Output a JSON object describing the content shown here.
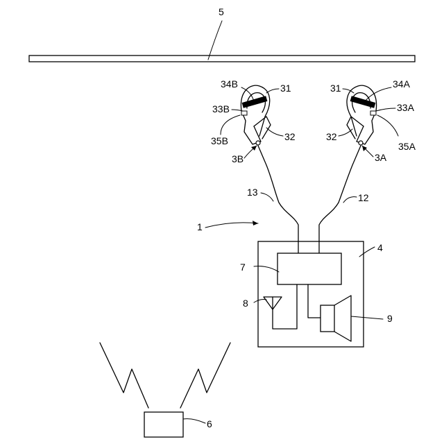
{
  "labels": {
    "rail": "5",
    "lanyard": "1",
    "hook_a": "3A",
    "hook_b": "3B",
    "hook_body_a": "31",
    "hook_body_b": "31",
    "band_a": "34A",
    "band_b": "34B",
    "gate_a": "33A",
    "gate_b": "33B",
    "lever_a": "32",
    "lever_b": "32",
    "sensor_a": "35A",
    "sensor_b": "35B",
    "strap_a": "12",
    "strap_b": "13",
    "unit": "4",
    "controller": "7",
    "antenna": "8",
    "speaker": "9",
    "receiver": "6"
  }
}
